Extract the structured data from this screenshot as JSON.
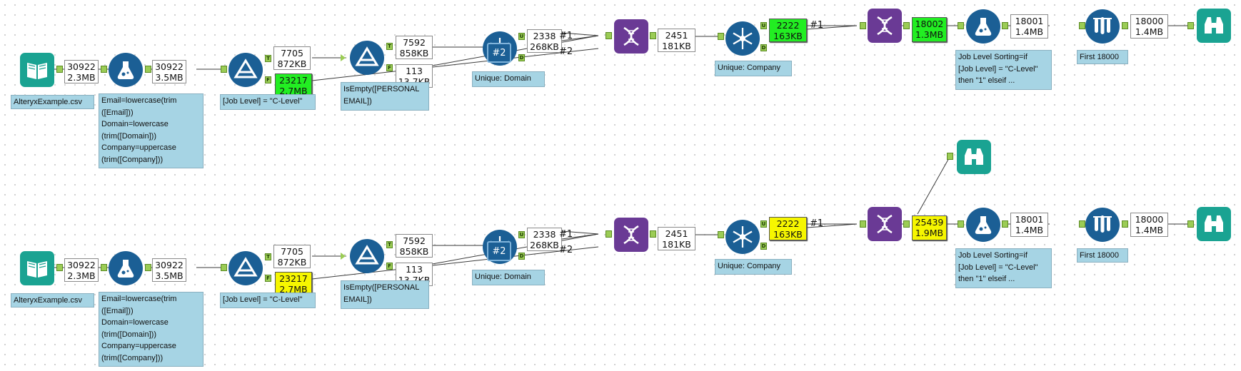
{
  "colors": {
    "tool_blue": "#1b5f95",
    "tool_teal": "#1aa392",
    "tool_purple": "#6a3a95",
    "highlight_green": "#22ee22",
    "highlight_yellow": "#f6f600",
    "annotation_blue": "#a6d4e4",
    "anchor_green": "#9bcc55"
  },
  "anchors": {
    "true": "T",
    "false": "F",
    "unique": "U",
    "duplicate": "D"
  },
  "row1": {
    "input": {
      "icon": "book-icon",
      "count": "30922",
      "size": "2.3MB",
      "note": "AlteryxExample.csv"
    },
    "formula": {
      "icon": "flask-icon",
      "count": "30922",
      "size": "3.5MB",
      "note": "Email=lowercase(trim\n([Email]))\nDomain=lowercase\n(trim([Domain]))\nCompany=uppercase\n(trim([Company]))"
    },
    "filter1": {
      "icon": "filter-icon",
      "true_count": "7705",
      "true_size": "872KB",
      "false_count": "23217",
      "false_size": "2.7MB",
      "note": "[Job Level] = \"C-Level\""
    },
    "filter2": {
      "icon": "filter-icon",
      "true_count": "7592",
      "true_size": "858KB",
      "false_count": "113",
      "false_size": "13.7KB",
      "note": "IsEmpty([PERSONAL\nEMAIL])"
    },
    "unique_domain": {
      "icon": "snowflake-icon",
      "badge": "#2",
      "u_count": "2338",
      "u_size": "268KB",
      "note": "Unique: Domain"
    },
    "union1": {
      "icon": "dna-icon",
      "count": "2451",
      "size": "181KB",
      "in1": "#1",
      "in2": "#2"
    },
    "unique_company": {
      "icon": "snowflake-icon",
      "u_count": "2222",
      "u_size": "163KB",
      "note": "Unique: Company"
    },
    "union2": {
      "icon": "dna-icon",
      "count": "18002",
      "size": "1.3MB",
      "in1": "#1"
    },
    "formula2": {
      "icon": "flask-icon",
      "count": "18001",
      "size": "1.4MB",
      "note": "Job Level Sorting=if\n[Job Level] = \"C-Level\"\nthen \"1\" elseif ..."
    },
    "sample": {
      "icon": "test-tubes-icon",
      "count": "18000",
      "size": "1.4MB",
      "note": "First 18000"
    },
    "browse": {
      "icon": "binoculars-icon"
    }
  },
  "row2": {
    "input": {
      "icon": "book-icon",
      "count": "30922",
      "size": "2.3MB",
      "note": "AlteryxExample.csv"
    },
    "formula": {
      "icon": "flask-icon",
      "count": "30922",
      "size": "3.5MB",
      "note": "Email=lowercase(trim\n([Email]))\nDomain=lowercase\n(trim([Domain]))\nCompany=uppercase\n(trim([Company]))"
    },
    "filter1": {
      "icon": "filter-icon",
      "true_count": "7705",
      "true_size": "872KB",
      "false_count": "23217",
      "false_size": "2.7MB",
      "note": "[Job Level] = \"C-Level\""
    },
    "filter2": {
      "icon": "filter-icon",
      "true_count": "7592",
      "true_size": "858KB",
      "false_count": "113",
      "false_size": "13.7KB",
      "note": "IsEmpty([PERSONAL\nEMAIL])"
    },
    "unique_domain": {
      "icon": "snowflake-icon",
      "badge": "#2",
      "u_count": "2338",
      "u_size": "268KB",
      "note": "Unique: Domain"
    },
    "union1": {
      "icon": "dna-icon",
      "count": "2451",
      "size": "181KB",
      "in1": "#1",
      "in2": "#2"
    },
    "unique_company": {
      "icon": "snowflake-icon",
      "u_count": "2222",
      "u_size": "163KB",
      "note": "Unique: Company"
    },
    "union2": {
      "icon": "dna-icon",
      "count": "25439",
      "size": "1.9MB",
      "in1": "#1"
    },
    "formula2": {
      "icon": "flask-icon",
      "count": "18001",
      "size": "1.4MB",
      "note": "Job Level Sorting=if\n[Job Level] = \"C-Level\"\nthen \"1\" elseif ..."
    },
    "sample": {
      "icon": "test-tubes-icon",
      "count": "18000",
      "size": "1.4MB",
      "note": "First 18000"
    },
    "browse": {
      "icon": "binoculars-icon"
    },
    "browse_extra": {
      "icon": "binoculars-icon"
    }
  }
}
